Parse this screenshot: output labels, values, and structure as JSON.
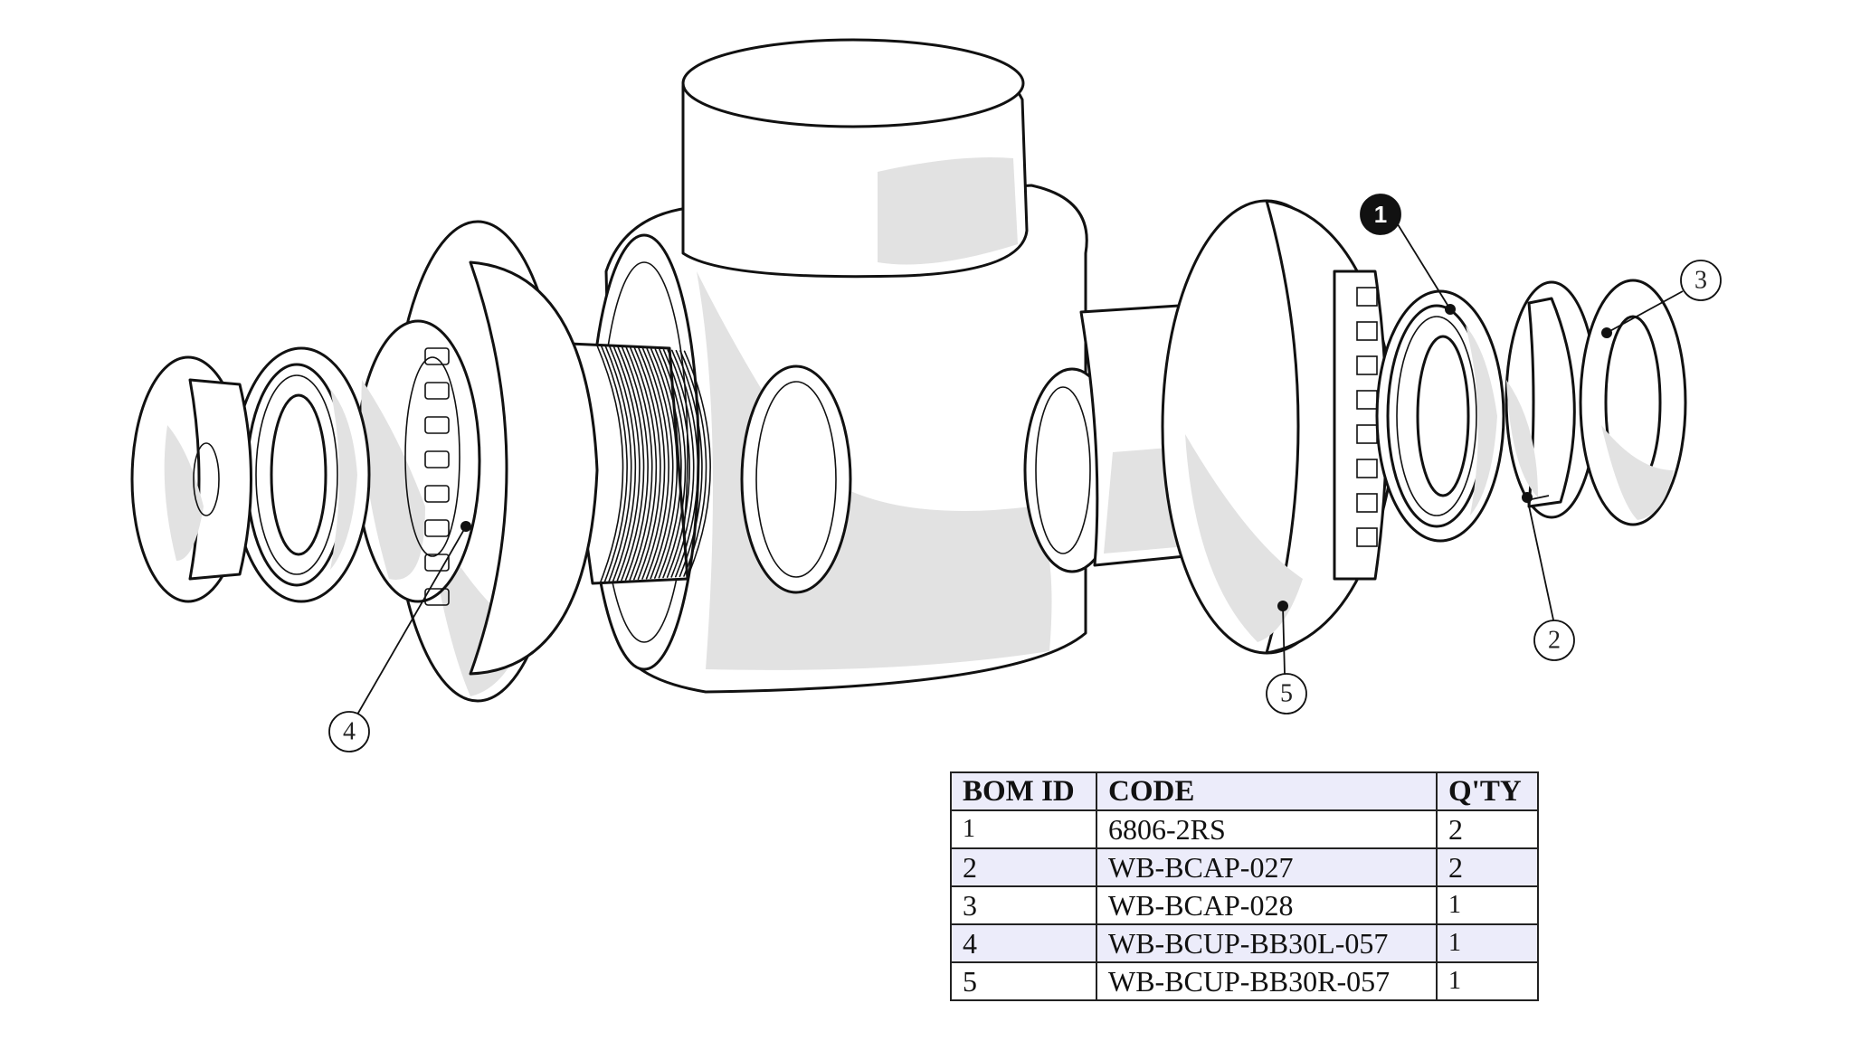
{
  "bom_table": {
    "headers": [
      "BOM ID",
      "CODE",
      "Q'TY"
    ],
    "rows": [
      {
        "id": "1",
        "code": "6806-2RS",
        "qty": "2"
      },
      {
        "id": "2",
        "code": "WB-BCAP-027",
        "qty": "2"
      },
      {
        "id": "3",
        "code": "WB-BCAP-028",
        "qty": "1"
      },
      {
        "id": "4",
        "code": "WB-BCUP-BB30L-057",
        "qty": "1"
      },
      {
        "id": "5",
        "code": "WB-BCUP-BB30R-057",
        "qty": "1"
      }
    ]
  },
  "callouts": [
    {
      "label": "1",
      "style": "filled"
    },
    {
      "label": "2",
      "style": "outline"
    },
    {
      "label": "3",
      "style": "outline"
    },
    {
      "label": "4",
      "style": "outline"
    },
    {
      "label": "5",
      "style": "outline"
    }
  ],
  "colors": {
    "line": "#111111",
    "shade": "#e2e2e2",
    "table_header": "#ececfa"
  }
}
